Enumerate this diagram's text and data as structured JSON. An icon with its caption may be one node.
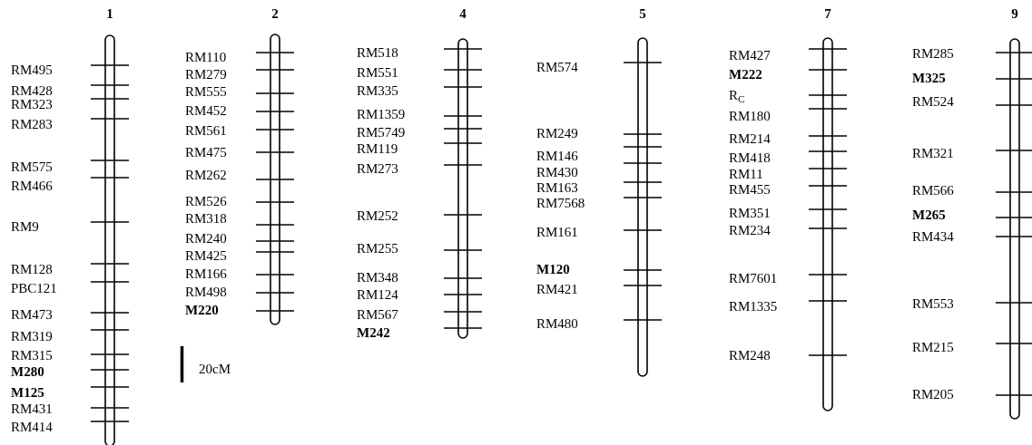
{
  "diagram": {
    "nodes": [
      {
        "text": [
          "1"
        ],
        "beside": [
          "RM495",
          "RM428",
          "RM323",
          "RM283",
          "RM575",
          "RM466",
          "RM9",
          "RM128",
          "PBC121",
          "RM473",
          "RM319",
          "RM315",
          "M280",
          "M125",
          "RM431",
          "RM414"
        ]
      },
      {
        "text": [
          "2"
        ],
        "beside": [
          "RM110",
          "RM279",
          "RM555",
          "RM452",
          "RM561",
          "RM475",
          "RM262",
          "RM526",
          "RM318",
          "RM240",
          "RM425",
          "RM166",
          "RM498",
          "M220"
        ]
      },
      {
        "text": [
          "4"
        ],
        "beside": [
          "RM518",
          "RM551",
          "RM335",
          "RM1359",
          "RM5749",
          "RM119",
          "RM273",
          "RM252",
          "RM255",
          "RM348",
          "RM124",
          "RM567",
          "M242"
        ]
      },
      {
        "text": [
          "5"
        ],
        "beside": [
          "RM574",
          "RM249",
          "RM146",
          "RM430",
          "RM163",
          "RM7568",
          "RM161",
          "M120",
          "RM421",
          "RM480"
        ]
      },
      {
        "text": [
          "7"
        ],
        "beside": [
          "RM427",
          "M222",
          "R$_{C}$",
          "RM180",
          "RM214",
          "RM418",
          "RM11",
          "RM455",
          "RM351",
          "RM234",
          "RM7601",
          "RM1335",
          "RM248"
        ]
      },
      {
        "text": [
          "9"
        ],
        "beside": [
          "RM285",
          "M325",
          "RM524",
          "RM321",
          "RM566",
          "M265",
          "RM434",
          "RM553",
          "RM215",
          "RM205"
        ]
      }
    ],
    "labels": [
      "20cM"
    ]
  }
}
